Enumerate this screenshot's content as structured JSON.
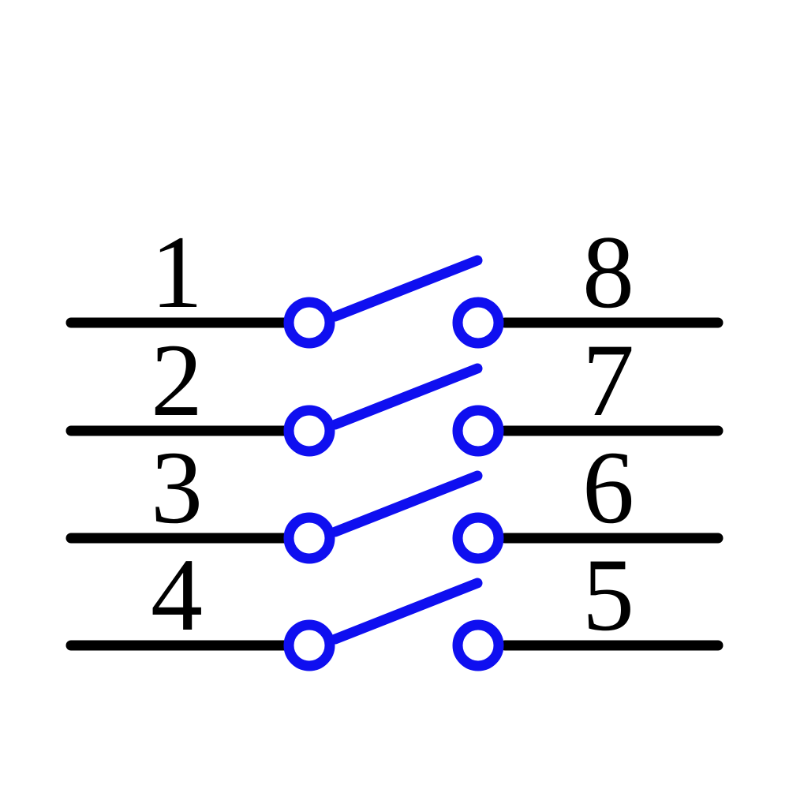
{
  "page": {
    "background_color": "#ffffff"
  },
  "diagram": {
    "type": "circuit-schematic",
    "component": "Quad SPST switch, all poles open",
    "colors": {
      "wire": "#000000",
      "contact": "#0f0ff0",
      "label_text": "#000000"
    },
    "switches": [
      {
        "left_pin": "1",
        "right_pin": "8",
        "state": "open"
      },
      {
        "left_pin": "2",
        "right_pin": "7",
        "state": "open"
      },
      {
        "left_pin": "3",
        "right_pin": "6",
        "state": "open"
      },
      {
        "left_pin": "4",
        "right_pin": "5",
        "state": "open"
      }
    ]
  }
}
